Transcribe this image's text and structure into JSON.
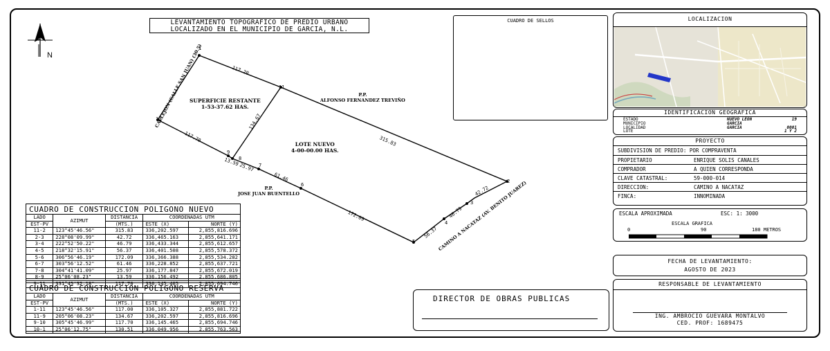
{
  "title": {
    "line1": "LEVANTAMIENTO TOPOGRAFICO DE PREDIO URBANO",
    "line2": "LOCALIZADO EN EL MUNICIPIO DE GARCIA, N.L."
  },
  "north_label": "N",
  "plan": {
    "remaining_label": "SUPERFICIE RESTANTE",
    "remaining_area": "1-53-37.62 HAS.",
    "new_lot_label": "LOTE NUEVO",
    "new_lot_area": "4-00-00.00 HAS.",
    "owner_ne_pp": "P.P.",
    "owner_ne": "ALFONSO FERNANDEZ TREVIÑO",
    "owner_s_pp": "P.P.",
    "owner_s": "JOSE JUAN BUENTELLO",
    "road_w": "CALLEJON (CALLE SAN JUAN)",
    "road_w_dim": "(30.5)",
    "road_e": "CAMINO A NACATAZ (AV. BENITO JUAREZ)",
    "vertices": [
      "1",
      "11",
      "10",
      "9",
      "8",
      "7",
      "6",
      "5",
      "4",
      "3",
      "2"
    ],
    "dims": [
      "117.20",
      "134.67",
      "315.83",
      "117.70",
      "13.59",
      "25.97",
      "61.46",
      "172.09",
      "56.37",
      "46.79",
      "42.72"
    ]
  },
  "stamps_title": "CUADRO DE SELLOS",
  "location": {
    "title": "LOCALIZACION",
    "geo_title": "IDENTIFICACION GEOGRAFICA",
    "geo": [
      {
        "k": "ESTADO",
        "v": "NUEVO LEON",
        "n": "19"
      },
      {
        "k": "MUNICIPIO",
        "v": "GARCIA",
        "n": ""
      },
      {
        "k": "LOCALIDAD",
        "v": "GARCIA",
        "n": "0001"
      },
      {
        "k": "LOTE",
        "v": "",
        "n": "1 Y 2"
      }
    ]
  },
  "project": {
    "title": "PROYECTO",
    "subtitle": "SUBDIVISION DE PREDIO: POR COMPRAVENTA",
    "rows": [
      {
        "k": "PROPIETARIO",
        "v": "ENRIQUE SOLIS CANALES"
      },
      {
        "k": "COMPRADOR",
        "v": "A QUIEN CORRESPONDA"
      },
      {
        "k": "CLAVE CATASTRAL:",
        "v": "59-000-014"
      },
      {
        "k": "DIRECCION:",
        "v": "CAMINO A NACATAZ"
      },
      {
        "k": "FINCA:",
        "v": "INNOMINADA"
      }
    ]
  },
  "scale": {
    "approx_label": "ESCALA APROXIMADA",
    "approx_value": "ESC: 1: 3000",
    "graphic_label": "ESCALA GRAFICA",
    "tick0": "0",
    "tick90": "90",
    "tick180": "180 METROS"
  },
  "date": {
    "label": "FECHA DE LEVANTAMIENTO:",
    "value": "AGOSTO DE 2023"
  },
  "responsible": {
    "title": "RESPONSABLE DE LEVANTAMIENTO",
    "name": "ING. AMBROCIO GUEVARA MONTALVO",
    "license": "CED. PROF:   1689475"
  },
  "director": "DIRECTOR DE OBRAS PUBLICAS",
  "table_new": {
    "title": "CUADRO DE CONSTRUCCION POLIGONO NUEVO",
    "h_lado": "LADO",
    "h_estpv": "EST-PV",
    "h_azimut": "AZIMUT",
    "h_dist": "DISTANCIA",
    "h_dist_unit": "(MTS.)",
    "h_coords": "COORDENADAS UTM",
    "h_este": "ESTE (X)",
    "h_norte": "NORTE (Y)",
    "rows": [
      [
        "11-2",
        "123°45'46.56\"",
        "315.83",
        "336,202.597",
        "2,855,816.696"
      ],
      [
        "2-3",
        "228°08'09.99\"",
        "42.72",
        "336,465.163",
        "2,855,641.171"
      ],
      [
        "3-4",
        "222°52'50.22\"",
        "46.79",
        "336,433.344",
        "2,855,612.657"
      ],
      [
        "4-5",
        "218°32'15.91\"",
        "56.37",
        "336,401.508",
        "2,855,578.372"
      ],
      [
        "5-6",
        "306°56'46.19\"",
        "172.09",
        "336,366.388",
        "2,855,534.282"
      ],
      [
        "6-7",
        "303°56'12.52\"",
        "61.46",
        "336,228.852",
        "2,855,637.721"
      ],
      [
        "7-8",
        "304°41'41.09\"",
        "25.97",
        "336,177.847",
        "2,855,672.019"
      ],
      [
        "8-9",
        "25°06'08.23\"",
        "13.59",
        "336,156.492",
        "2,855,686.805"
      ],
      [
        "9-11",
        "331°45'32.18\"",
        "117.70",
        "336,145.465",
        "2,855,694.746"
      ]
    ]
  },
  "table_reserve": {
    "title": "CUADRO DE CONSTRUCCION POLIGONO RESERVA",
    "h_lado": "LADO",
    "h_estpv": "EST-PV",
    "h_azimut": "AZIMUT",
    "h_dist": "DISTANCIA",
    "h_dist_unit": "(MTS.)",
    "h_coords": "COORDENADAS UTM",
    "h_este": "ESTE (X)",
    "h_norte": "NORTE (Y)",
    "rows": [
      [
        "1-11",
        "123°45'46.56\"",
        "117.00",
        "336,105.327",
        "2,855,881.722"
      ],
      [
        "11-9",
        "205°06'08.23\"",
        "134.67",
        "336,202.597",
        "2,855,816.696"
      ],
      [
        "9-10",
        "305°45'46.99\"",
        "117.70",
        "336,145.465",
        "2,855,694.746"
      ],
      [
        "10-1",
        "25°06'12.75\"",
        "130.51",
        "336,049.956",
        "2,855,763.563"
      ]
    ]
  }
}
